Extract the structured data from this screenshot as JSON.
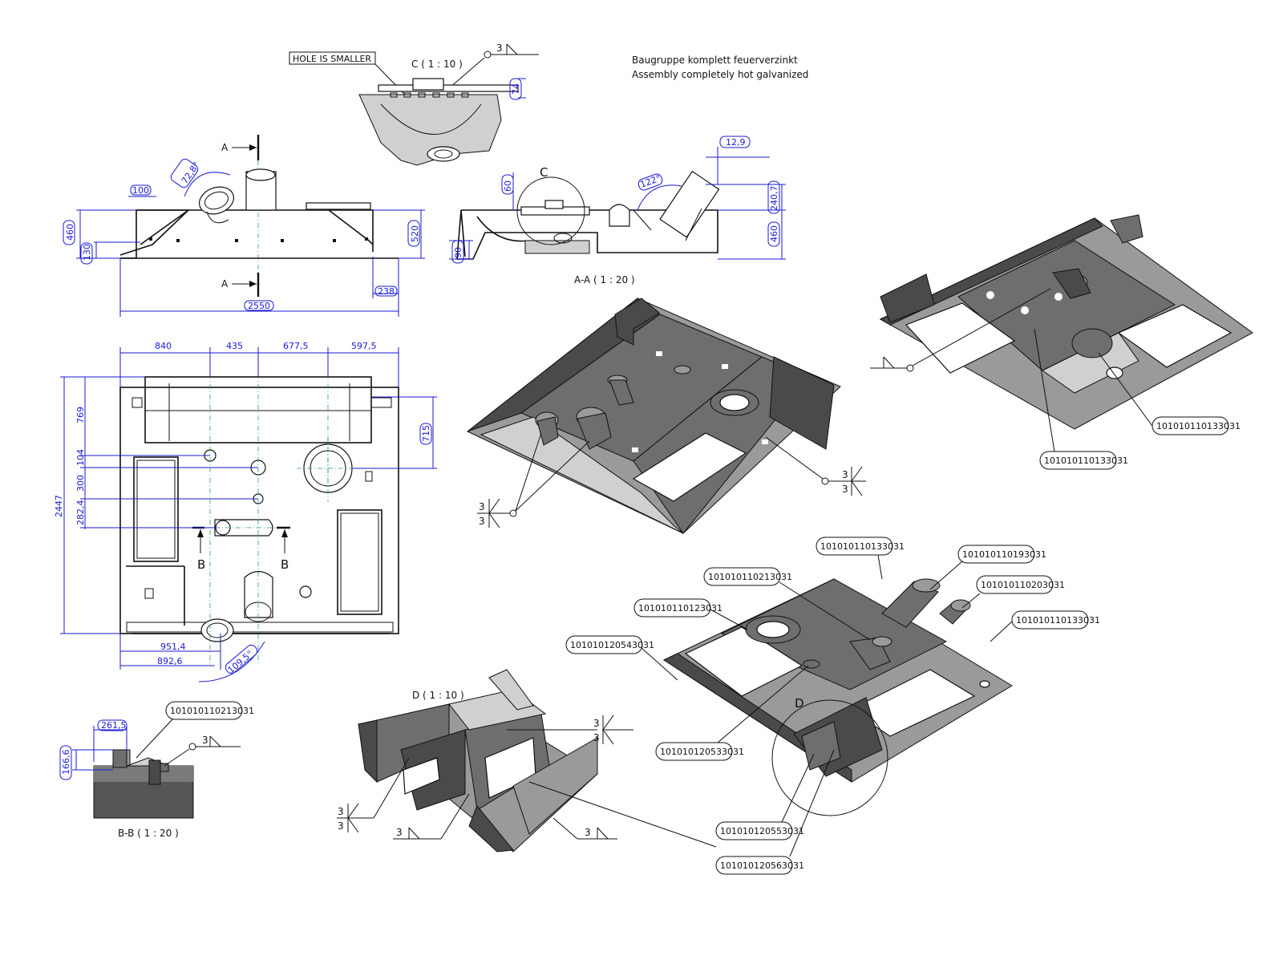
{
  "notes": {
    "de": "Baugruppe komplett feuerverzinkt",
    "en": "Assembly completely hot galvanized",
    "hole_note": "HOLE IS SMALLER"
  },
  "views": {
    "detail_c": "C ( 1 : 10 )",
    "section_aa": "A-A ( 1 : 20 )",
    "section_bb": "B-B ( 1 : 20 )",
    "detail_d": "D ( 1 : 10 )",
    "letter_a": "A",
    "letter_b": "B",
    "letter_c": "C",
    "letter_d": "D"
  },
  "dimensions": {
    "front": {
      "d100": "100",
      "d72": "72,8°",
      "d460": "460",
      "d130": "130",
      "d520": "520",
      "d238": "238",
      "d2550": "2550"
    },
    "detail_c": {
      "d74": "74"
    },
    "section_aa": {
      "d12": "12,9",
      "d60": "60",
      "d122": "122°",
      "d240": "240,7",
      "d460": "460",
      "d90": "90"
    },
    "top": {
      "d840": "840",
      "d435": "435",
      "d677": "677,5",
      "d597": "597,5",
      "d769": "769",
      "d715": "715",
      "d104": "104",
      "d300": "300",
      "d282": "282,4",
      "d2447": "2447",
      "d951": "951,4",
      "d892": "892,6",
      "d109": "109,5°"
    },
    "section_bb": {
      "d261": "261,5",
      "d166": "166,6"
    }
  },
  "welds": {
    "w3": "3"
  },
  "part_numbers": {
    "p_133031": "101010110133031",
    "p_193031": "101010110193031",
    "p_213031": "101010110213031",
    "p_203031": "101010110203031",
    "p_123031": "101010110123031",
    "p_543031": "101010120543031",
    "p_533031": "101010120533031",
    "p_553031": "101010120553031",
    "p_563031": "101010120563031"
  }
}
